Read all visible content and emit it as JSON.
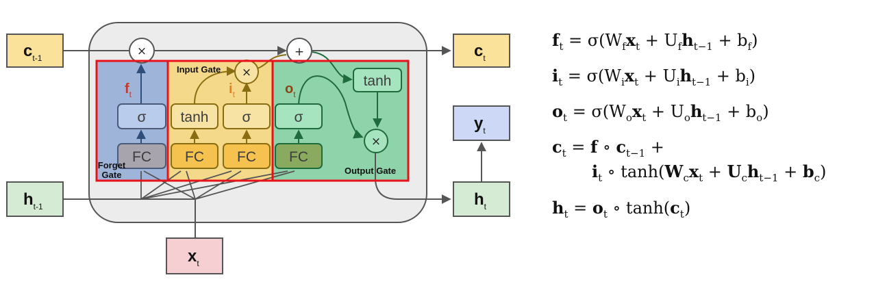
{
  "diagram": {
    "inputs": {
      "c_prev": {
        "main": "c",
        "sub": "t-1"
      },
      "h_prev": {
        "main": "h",
        "sub": "t-1"
      },
      "x": {
        "main": "x",
        "sub": "t"
      }
    },
    "outputs": {
      "c": {
        "main": "c",
        "sub": "t"
      },
      "h": {
        "main": "h",
        "sub": "t"
      },
      "y": {
        "main": "y",
        "sub": "t"
      }
    },
    "gate_labels": {
      "forget_line1": "Forget",
      "forget_line2": "Gate",
      "input": "Input Gate",
      "output": "Output Gate"
    },
    "signal_labels": {
      "f": {
        "main": "f",
        "sub": "t"
      },
      "i": {
        "main": "i",
        "sub": "t"
      },
      "o": {
        "main": "o",
        "sub": "t"
      }
    },
    "layers": {
      "fc": "FC",
      "sigma": "σ",
      "tanh": "tanh"
    },
    "operators": {
      "multiply": "×",
      "add": "+"
    },
    "colors": {
      "forget_gate": "#9fb4d9",
      "input_gate": "#f5d98a",
      "output_gate": "#8ed3a9",
      "highlight_border": "#e8121b",
      "cell_background": "#ececec"
    }
  },
  "equations": {
    "f": {
      "lhs": "f",
      "lhs_sub": "t",
      "rhs": "= σ(W",
      "w_sub": "f",
      "x": "x",
      "x_sub": "t",
      "plus1": " + U",
      "u_sub": "f",
      "h": "h",
      "h_sub": "t−1",
      "plus2": " + b",
      "b_sub": "f",
      "close": ")"
    },
    "i": {
      "lhs": "i",
      "lhs_sub": "t",
      "rhs": "= σ(W",
      "w_sub": "i",
      "x": "x",
      "x_sub": "t",
      "plus1": " + U",
      "u_sub": "i",
      "h": "h",
      "h_sub": "t−1",
      "plus2": " + b",
      "b_sub": "i",
      "close": ")"
    },
    "o": {
      "lhs": "o",
      "lhs_sub": "t",
      "rhs": "= σ(W",
      "w_sub": "o",
      "x": "x",
      "x_sub": "t",
      "plus1": " + U",
      "u_sub": "o",
      "h": "h",
      "h_sub": "t−1",
      "plus2": " + b",
      "b_sub": "o",
      "close": ")"
    },
    "c_line1": {
      "lhs": "c",
      "lhs_sub": "t",
      "eq": " = ",
      "f": "f",
      "circ": " ∘ ",
      "c": "c",
      "c_sub": "t−1",
      "plus": " +"
    },
    "c_line2": {
      "i": "i",
      "i_sub": "t",
      "circ": " ∘ tanh(",
      "w": "W",
      "w_sub": "c",
      "x": "x",
      "x_sub": "t",
      "plus1": " + ",
      "u": "U",
      "u_sub": "c",
      "h": "h",
      "h_sub": "t−1",
      "plus2": " + ",
      "b": "b",
      "b_sub": "c",
      "close": ")"
    },
    "h": {
      "lhs": "h",
      "lhs_sub": "t",
      "eq": " = ",
      "o": "o",
      "o_sub": "t",
      "circ": " ∘ tanh(",
      "c": "c",
      "c_sub": "t",
      "close": ")"
    }
  }
}
